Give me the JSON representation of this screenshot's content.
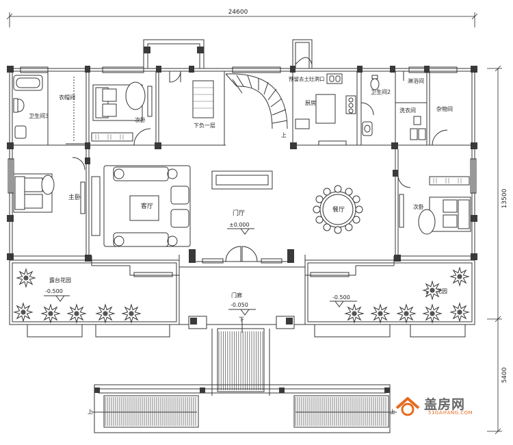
{
  "dimensions": {
    "top": "24600",
    "right_upper": "13500",
    "right_lower": "5400"
  },
  "rooms": {
    "bath3": "卫生间3",
    "closet": "衣帽间",
    "bed_secondary_left": "次卧",
    "down_basement": "下负一层",
    "shaft": "预留去土灶洞口",
    "kitchen": "厨房",
    "bath2": "卫生间2",
    "shower": "淋浴间",
    "laundry": "洗衣间",
    "storage": "杂物间",
    "master_bed": "主卧",
    "living": "客厅",
    "foyer": "门厅",
    "dining": "餐厅",
    "bed_secondary_right": "次卧",
    "terrace_left": "露台花园",
    "terrace_right": "露台花园",
    "porch": "门廊"
  },
  "levels": {
    "foyer": "±0.000",
    "terrace_left": "-0.500",
    "terrace_right": "-0.500",
    "porch": "-0.050"
  },
  "arrows": {
    "up_stair": "上",
    "down": "下",
    "up_left": "上",
    "up_right": "上"
  },
  "logo": {
    "name": "盖房网",
    "url": "51GAIFANG.COM",
    "accent": "#e56a1e"
  }
}
